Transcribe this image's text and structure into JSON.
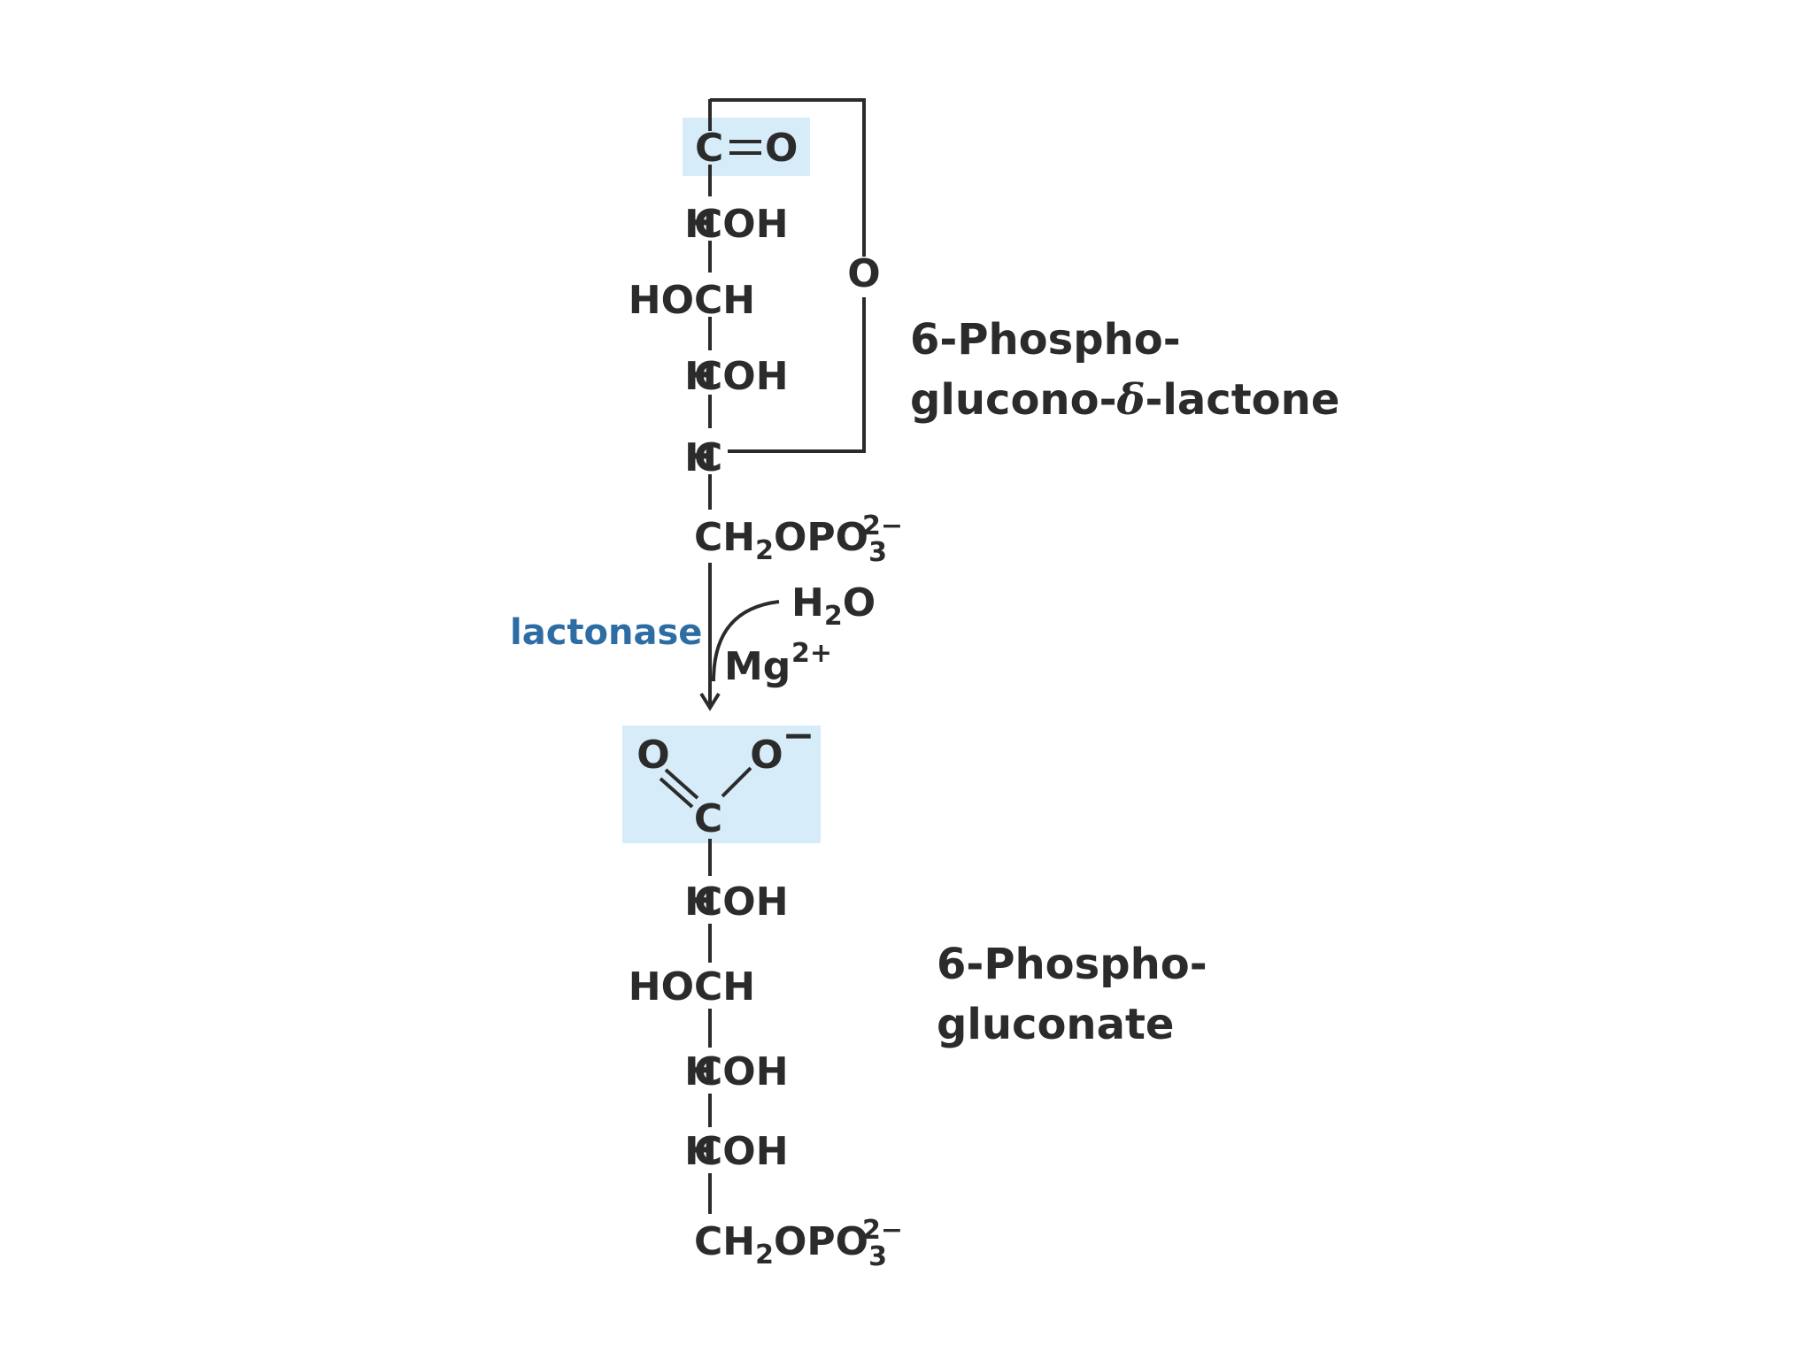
{
  "colors": {
    "highlight": "#d6ecf8",
    "enzyme_text": "#2e6da4",
    "ink": "#2b2b2b"
  },
  "lactone": {
    "carbonyl_c": "C",
    "carbonyl_o": "O",
    "ring_o": "O",
    "c2_left": "H",
    "c2_right": "COH",
    "c3_left": "HO",
    "c3_right": "CH",
    "c4_left": "H",
    "c4_right": "COH",
    "c5_left": "H",
    "c5_right": "C",
    "c6_main": "CH",
    "c6_sub": "2",
    "c6_tail": "OPO",
    "c6_sub3": "3",
    "c6_charge": "2−",
    "name_line1": "6-Phospho-",
    "name_line2_a": "glucono-",
    "name_line2_delta": "δ",
    "name_line2_b": "-lactone"
  },
  "reaction": {
    "enzyme": "lactonase",
    "water_h": "H",
    "water_sub": "2",
    "water_o": "O",
    "cofactor": "Mg",
    "cofactor_charge": "2+"
  },
  "gluconate": {
    "carboxyl_o_left": "O",
    "carboxyl_o_right": "O",
    "carboxyl_charge": "−",
    "carboxyl_c": "C",
    "c2_left": "H",
    "c2_right": "COH",
    "c3_left": "HO",
    "c3_right": "CH",
    "c4_left": "H",
    "c4_right": "COH",
    "c5_left": "H",
    "c5_right": "COH",
    "c6_main": "CH",
    "c6_sub": "2",
    "c6_tail": "OPO",
    "c6_sub3": "3",
    "c6_charge": "2−",
    "name_line1": "6-Phospho-",
    "name_line2": "gluconate"
  }
}
